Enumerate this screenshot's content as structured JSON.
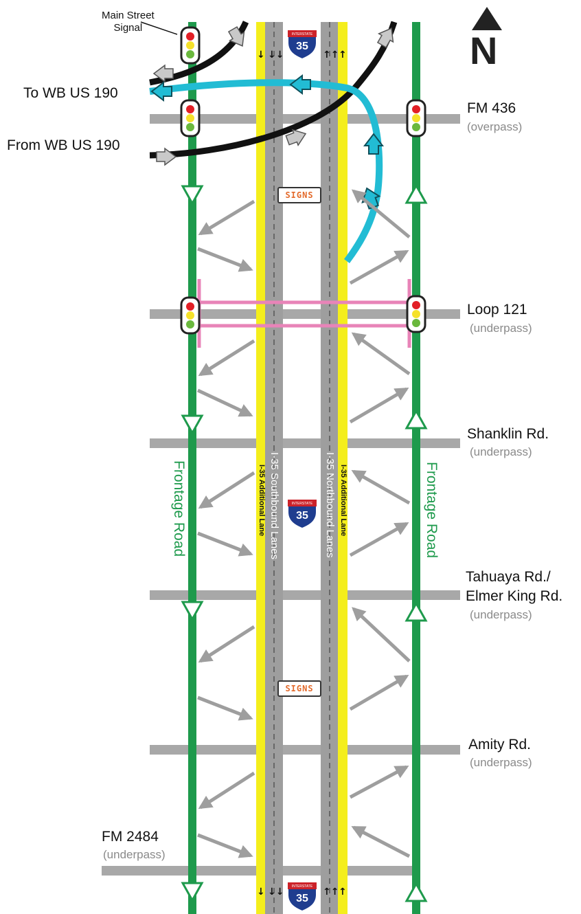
{
  "north": {
    "letter": "N"
  },
  "labels": {
    "main_street_signal": [
      "Main Street",
      "Signal"
    ],
    "to_wb": "To WB US 190",
    "from_wb": "From WB US 190",
    "fm436": {
      "name": "FM 436",
      "type": "(overpass)"
    },
    "loop121": {
      "name": "Loop 121",
      "type": "(underpass)"
    },
    "shanklin": {
      "name": "Shanklin Rd.",
      "type": "(underpass)"
    },
    "tahuaya": {
      "name": [
        "Tahuaya Rd./",
        "Elmer King Rd."
      ],
      "type": "(underpass)"
    },
    "amity": {
      "name": "Amity Rd.",
      "type": "(underpass)"
    },
    "fm2484": {
      "name": "FM 2484",
      "type": "(underpass)"
    }
  },
  "vertical_labels": {
    "frontage_left": "Frontage Road",
    "frontage_right": "Frontage Road",
    "sb_lanes": "I-35 Southbound Lanes",
    "nb_lanes": "I-35 Northbound Lanes",
    "sb_add": "I-35 Additional Lane",
    "nb_add": "I-35 Additional Lane"
  },
  "signs": {
    "top": "SIGNS",
    "bottom": "SIGNS"
  },
  "shield": {
    "top_text": "INTERSTATE",
    "number": "35"
  },
  "colors": {
    "frontage": "#1e9a4c",
    "highway": "#9e9e9e",
    "additional_lane": "#f4ee1c",
    "ramp_black": "#111111",
    "ramp_cyan": "#22bcd4",
    "bridge_pink": "#e884b8",
    "cross_road": "#a8a8a8",
    "signs_text": "#e36a2b",
    "shield_blue": "#1f3d8f",
    "shield_red": "#cc2229"
  }
}
